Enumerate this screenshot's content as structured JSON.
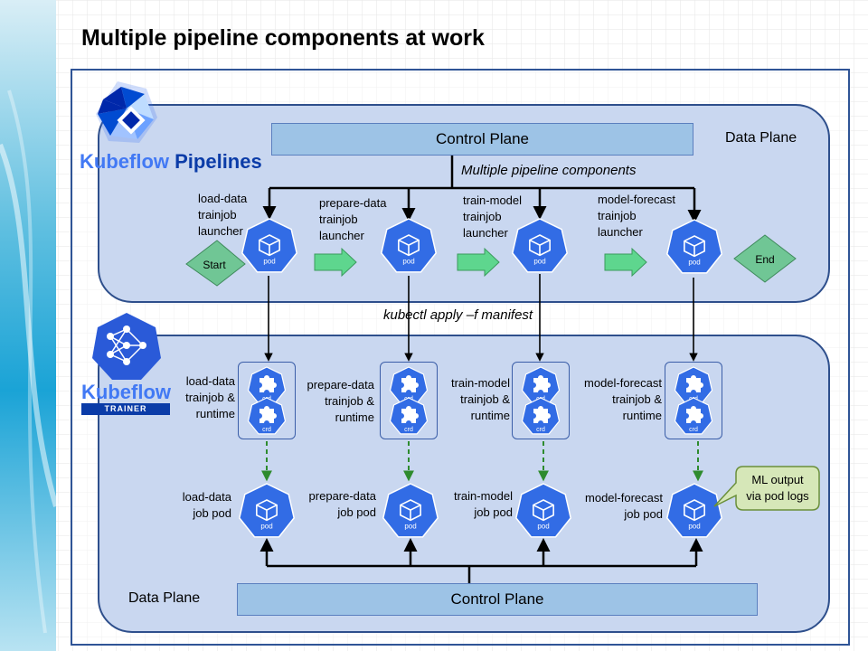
{
  "slide": {
    "title": "Multiple pipeline components at work"
  },
  "pipelines_plane": {
    "label": "Data Plane",
    "control_plane": "Control Plane",
    "components_caption": "Multiple pipeline components",
    "start": "Start",
    "end": "End",
    "launchers": [
      [
        "load-data",
        "trainjob",
        "launcher"
      ],
      [
        "prepare-data",
        "trainjob",
        "launcher"
      ],
      [
        "train-model",
        "trainjob",
        "launcher"
      ],
      [
        "model-forecast",
        "trainjob",
        "launcher"
      ]
    ],
    "pod_label": "pod"
  },
  "apply_caption": "kubectl apply –f manifest",
  "trainer_plane": {
    "label": "Data Plane",
    "control_plane": "Control Plane",
    "runtimes": [
      [
        "load-data",
        "trainjob &",
        "runtime"
      ],
      [
        "prepare-data",
        "trainjob &",
        "runtime"
      ],
      [
        "train-model",
        "trainjob &",
        "runtime"
      ],
      [
        "model-forecast",
        "trainjob &",
        "runtime"
      ]
    ],
    "crd_label": "crd",
    "job_pods": [
      [
        "load-data",
        "job pod"
      ],
      [
        "prepare-data",
        "job pod"
      ],
      [
        "train-model",
        "job pod"
      ],
      [
        "model-forecast",
        "job pod"
      ]
    ],
    "pod_label": "pod",
    "output_callout": [
      "ML output",
      "via pod logs"
    ]
  },
  "logos": {
    "pipelines": {
      "word1": "Kubeflow",
      "word2": "Pipelines",
      "icon": "kubeflow-logo-icon"
    },
    "trainer": {
      "word1": "Kubeflow",
      "badge": "TRAINER",
      "icon": "kubeflow-trainer-logo-icon"
    }
  },
  "colors": {
    "k8s_blue": "#326ce5",
    "plane_fill": "#c9d7f0",
    "plane_border": "#2e4f8c",
    "control_plane_fill": "#9dc3e6",
    "flow_arrow": "#5ed68e",
    "diamond": "#70c695",
    "callout_fill": "#d6e7b8",
    "callout_border": "#6a8f3a",
    "dashed_arrow": "#2e8b2e"
  }
}
